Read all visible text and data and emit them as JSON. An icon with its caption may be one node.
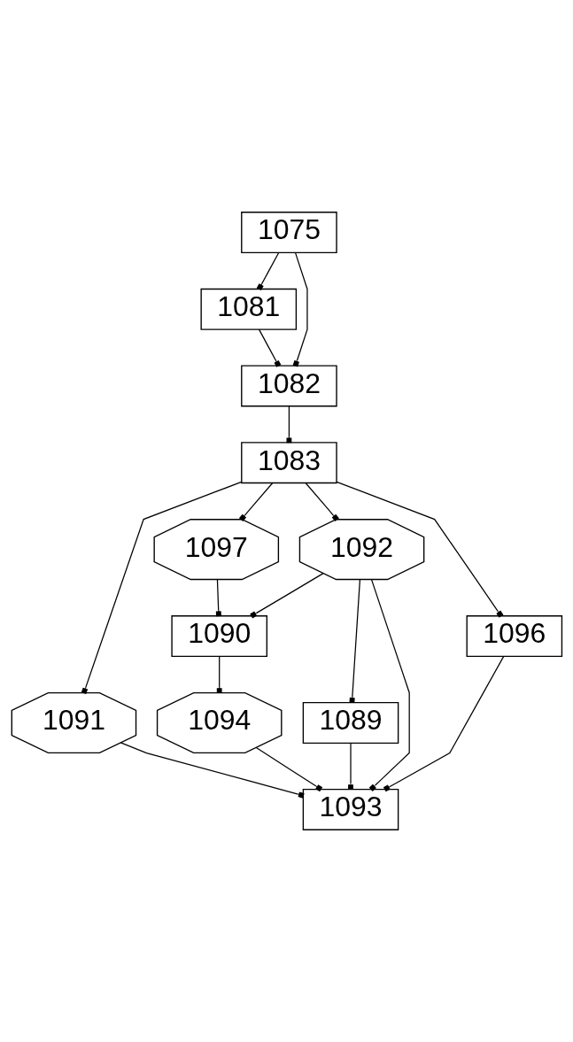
{
  "diagram": {
    "nodes": [
      {
        "text": [
          "1075"
        ]
      },
      {
        "text": [
          "1081"
        ]
      },
      {
        "text": [
          "1082"
        ]
      },
      {
        "text": [
          "1083"
        ]
      },
      {
        "text": [
          "1091"
        ]
      },
      {
        "text": [
          "1097"
        ]
      },
      {
        "text": [
          "1092"
        ]
      },
      {
        "text": [
          "1090"
        ]
      },
      {
        "text": [
          "1089"
        ]
      },
      {
        "text": [
          "1096"
        ]
      },
      {
        "text": [
          "1094"
        ]
      },
      {
        "text": [
          "1093"
        ]
      }
    ],
    "edges": [
      {
        "from": 0,
        "to": 1,
        "arrow": "other"
      },
      {
        "from": 0,
        "to": 2,
        "arrow": "other"
      },
      {
        "from": 1,
        "to": 2,
        "arrow": "other"
      },
      {
        "from": 2,
        "to": 3,
        "arrow": "other"
      },
      {
        "from": 3,
        "to": 4,
        "arrow": "other"
      },
      {
        "from": 3,
        "to": 5,
        "arrow": "other"
      },
      {
        "from": 3,
        "to": 6,
        "arrow": "other"
      },
      {
        "from": 3,
        "to": 9,
        "arrow": "other"
      },
      {
        "from": 5,
        "to": 7,
        "arrow": "other"
      },
      {
        "from": 6,
        "to": 7,
        "arrow": "other"
      },
      {
        "from": 6,
        "to": 8,
        "arrow": "other"
      },
      {
        "from": 7,
        "to": 10,
        "arrow": "other"
      },
      {
        "from": 4,
        "to": 11,
        "arrow": "other"
      },
      {
        "from": 10,
        "to": 11,
        "arrow": "other"
      },
      {
        "from": 6,
        "to": 11,
        "arrow": "other"
      },
      {
        "from": 8,
        "to": 11,
        "arrow": "other"
      },
      {
        "from": 9,
        "to": 11,
        "arrow": "other"
      }
    ]
  }
}
